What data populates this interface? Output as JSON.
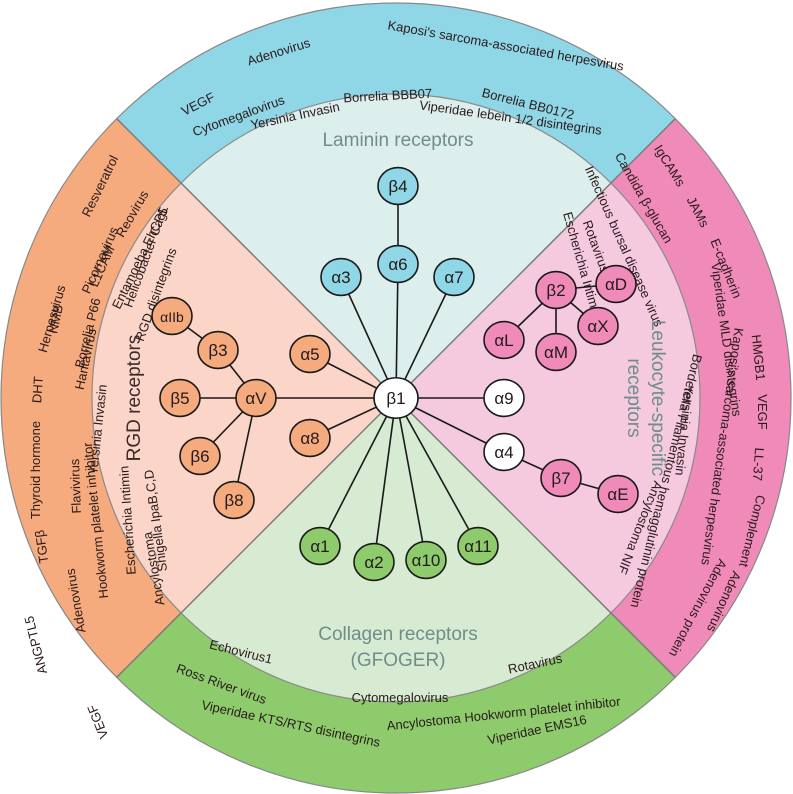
{
  "sectors": {
    "laminin": {
      "title": "Laminin receptors",
      "outer_color": "#8fd6e6",
      "inner_color": "#dcefed",
      "ligands": [
        "VEGF",
        "Adenovirus",
        "Kaposi's sarcoma-associated herpesvirus",
        "Borrelia BBB07",
        "Cytomegalovirus",
        "Yersinia Invasin",
        "Borrelia BB0172",
        "Viperidae lebein 1/2 disintegrins"
      ]
    },
    "leukocyte": {
      "title_line1": "Leukocyte-specific",
      "title_line2": "receptors",
      "outer_color": "#f08bb9",
      "inner_color": "#f5c9de",
      "ligands": [
        "IgCAMs",
        "JAMs",
        "E-cadherin",
        "Candida β-glucan",
        "Infectious bursal disease virus",
        "Rotavirus",
        "Escherichia Intimin",
        "Viperidae MLD disintegrins",
        "HMGB1",
        "VEGF",
        "LL-37",
        "Complement",
        "Kaposi's sarcoma-associated herpesvirus",
        "Bordetella Filamentous hemagglutinin protein",
        "Adenovirus",
        "Yersinia Invasin",
        "Ancylostoma NIF",
        "Adenovirus protein"
      ]
    },
    "collagen": {
      "title_line1": "Collagen receptors",
      "title_line2": "(GFOGER)",
      "outer_color": "#8dcb6c",
      "inner_color": "#d6ebd2",
      "ligands": [
        "Echovirus1",
        "Ross River virus",
        "Cytomegalovirus",
        "Rotavirus",
        "Viperidae KTS/RTS disintegrins",
        "Ancylostoma Hookworm platelet inhibitor",
        "Viperidae EMS16"
      ]
    },
    "rgd": {
      "title": "RGD receptors",
      "outer_color": "#f5ab7e",
      "inner_color": "#fad5c8",
      "ligands": [
        "Resveratrol",
        "L1CAM",
        "Reovirus",
        "NMB",
        "Picornavirus",
        "Entamoeba EhCP5",
        "DHT",
        "Herpesvirus",
        "Helicobacter CagL",
        "RGD disintegrins",
        "Thyroid hormone",
        "Hantavirus",
        "Borrelia P66",
        "Yersinia Invasin",
        "TGFβ",
        "Flavivirus",
        "Hookworm platelet inhibitor",
        "ANGPTL5",
        "Adenovirus",
        "Escherichia Intimin",
        "VEGF",
        "Ancylostoma",
        "Shigella IpaB,C,D"
      ]
    }
  },
  "nodes": {
    "b1": "β1",
    "b4": "β4",
    "a6": "α6",
    "a3": "α3",
    "a7": "α7",
    "b2": "β2",
    "aD": "αD",
    "aL": "αL",
    "aM": "αM",
    "aX": "αX",
    "a9": "α9",
    "a4": "α4",
    "b7": "β7",
    "aE": "αE",
    "a1": "α1",
    "a2": "α2",
    "a10": "α10",
    "a11": "α11",
    "aIIb": "αIIb",
    "b3": "β3",
    "b5": "β5",
    "aV": "αV",
    "b6": "β6",
    "b8": "β8",
    "a5": "α5",
    "a8": "α8"
  },
  "colors": {
    "white_node": "#ffffff"
  }
}
